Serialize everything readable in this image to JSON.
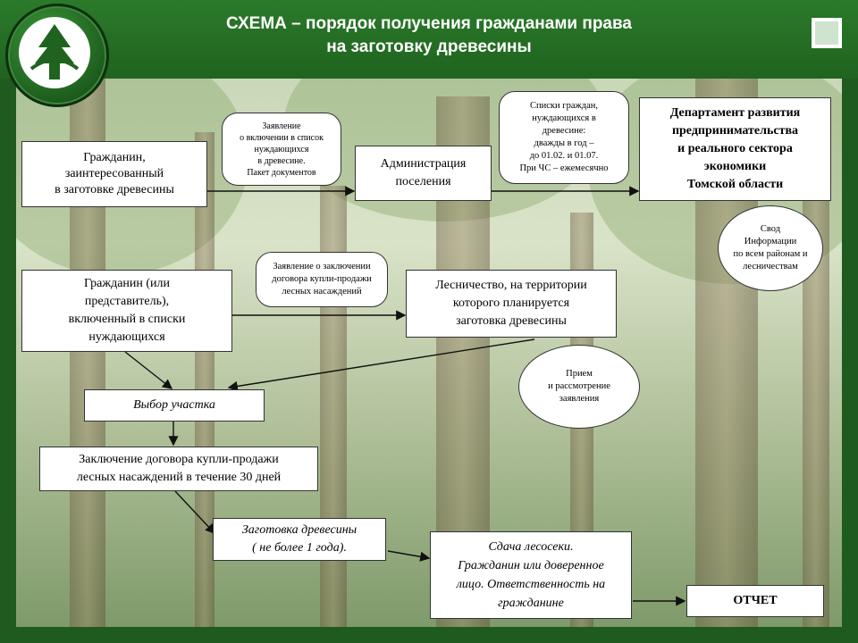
{
  "title": "СХЕМА – порядок получения гражданами права\nна заготовку древесины",
  "boxes": {
    "citizen": "Гражданин, \nзаинтересованный \nв заготовке древесины",
    "administration": "Администрация\nпоселения",
    "department": "Департамент развития\nпредпринимательства\nи реального сектора\nэкономики\nТомской области",
    "citizen_listed": "Гражданин (или\nпредставитель),\nвключенный в списки\nнуждающихся",
    "forestry": "Лесничество, на территории\nкоторого планируется\nзаготовка древесины",
    "plot_choice": "Выбор участка",
    "contract": "Заключение договора купли-продажи\nлесных насаждений в течение 30 дней",
    "harvest": "Заготовка древесины\n( не более 1 года).",
    "handover": "Сдача лесосеки.\nГражданин или доверенное\nлицо. Ответственность на\nгражданине",
    "report": "ОТЧЕТ"
  },
  "bubbles": {
    "application_list": "Заявление\nо включении в список\nнуждающихся\nв древесине.\nПакет документов",
    "lists": "Списки граждан,\nнуждающихся в\nдревесине:\nдважды в год –\nдо 01.02. и 01.07.\nПри ЧС – ежемесячно",
    "application_contract": "Заявление о заключении\nдоговора купли-продажи\nлесных насаждений"
  },
  "ellipses": {
    "summary": "Свод\nИнформации\nпо всем районам и\nлесничествам",
    "review": "Прием\nи рассмотрение\nзаявления"
  },
  "colors": {
    "header": "#2b7a2b",
    "frame": "#1f5a1f",
    "box_border": "#333333"
  }
}
